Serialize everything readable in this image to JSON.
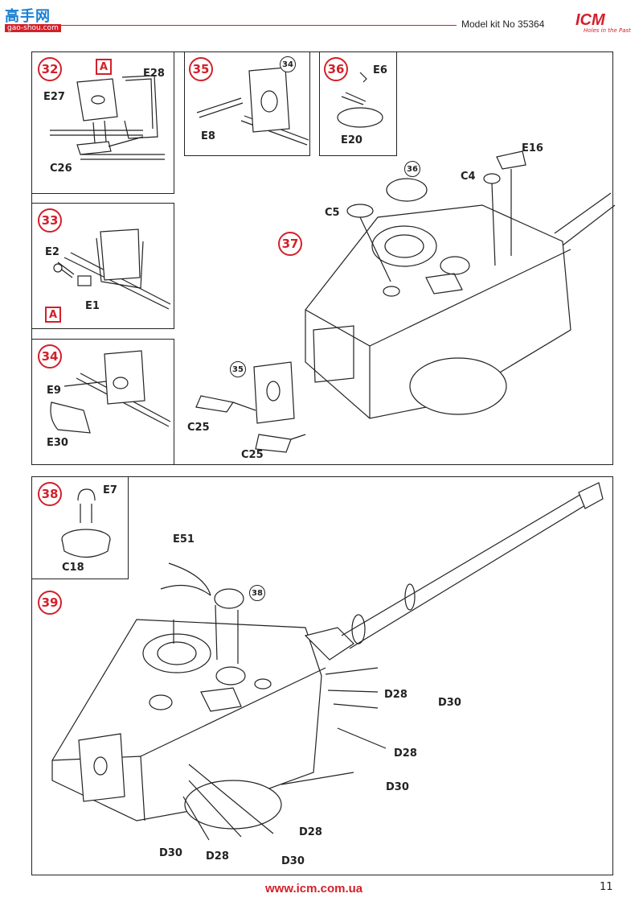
{
  "header": {
    "logo_cn": "高手网",
    "logo_url": "gao-shou.com",
    "model_kit": "Model kit No 35364",
    "brand": "ICM",
    "brand_tagline": "Holes in the Past"
  },
  "steps": {
    "s32": {
      "num": "32",
      "tag": "A",
      "parts": [
        "E27",
        "E28",
        "C26"
      ]
    },
    "s33": {
      "num": "33",
      "tag": "A",
      "parts": [
        "E2",
        "E1"
      ]
    },
    "s34": {
      "num": "34",
      "parts": [
        "E9",
        "E30"
      ]
    },
    "s35": {
      "num": "35",
      "ref": "34",
      "parts": [
        "E8"
      ]
    },
    "s36": {
      "num": "36",
      "parts": [
        "E6",
        "E20"
      ]
    },
    "s37": {
      "num": "37",
      "refs": [
        "36",
        "35"
      ],
      "parts": [
        "E16",
        "C4",
        "C5",
        "C25",
        "C25"
      ]
    },
    "s38": {
      "num": "38",
      "parts": [
        "E7",
        "C18"
      ]
    },
    "s39": {
      "num": "39",
      "ref": "38",
      "parts": [
        "E51",
        "D28",
        "D30",
        "D28",
        "D30",
        "D28",
        "D30",
        "D28",
        "D30"
      ]
    }
  },
  "footer": {
    "url": "www.icm.com.ua",
    "page": "11"
  },
  "colors": {
    "accent": "#d3202a",
    "line": "#222222"
  }
}
